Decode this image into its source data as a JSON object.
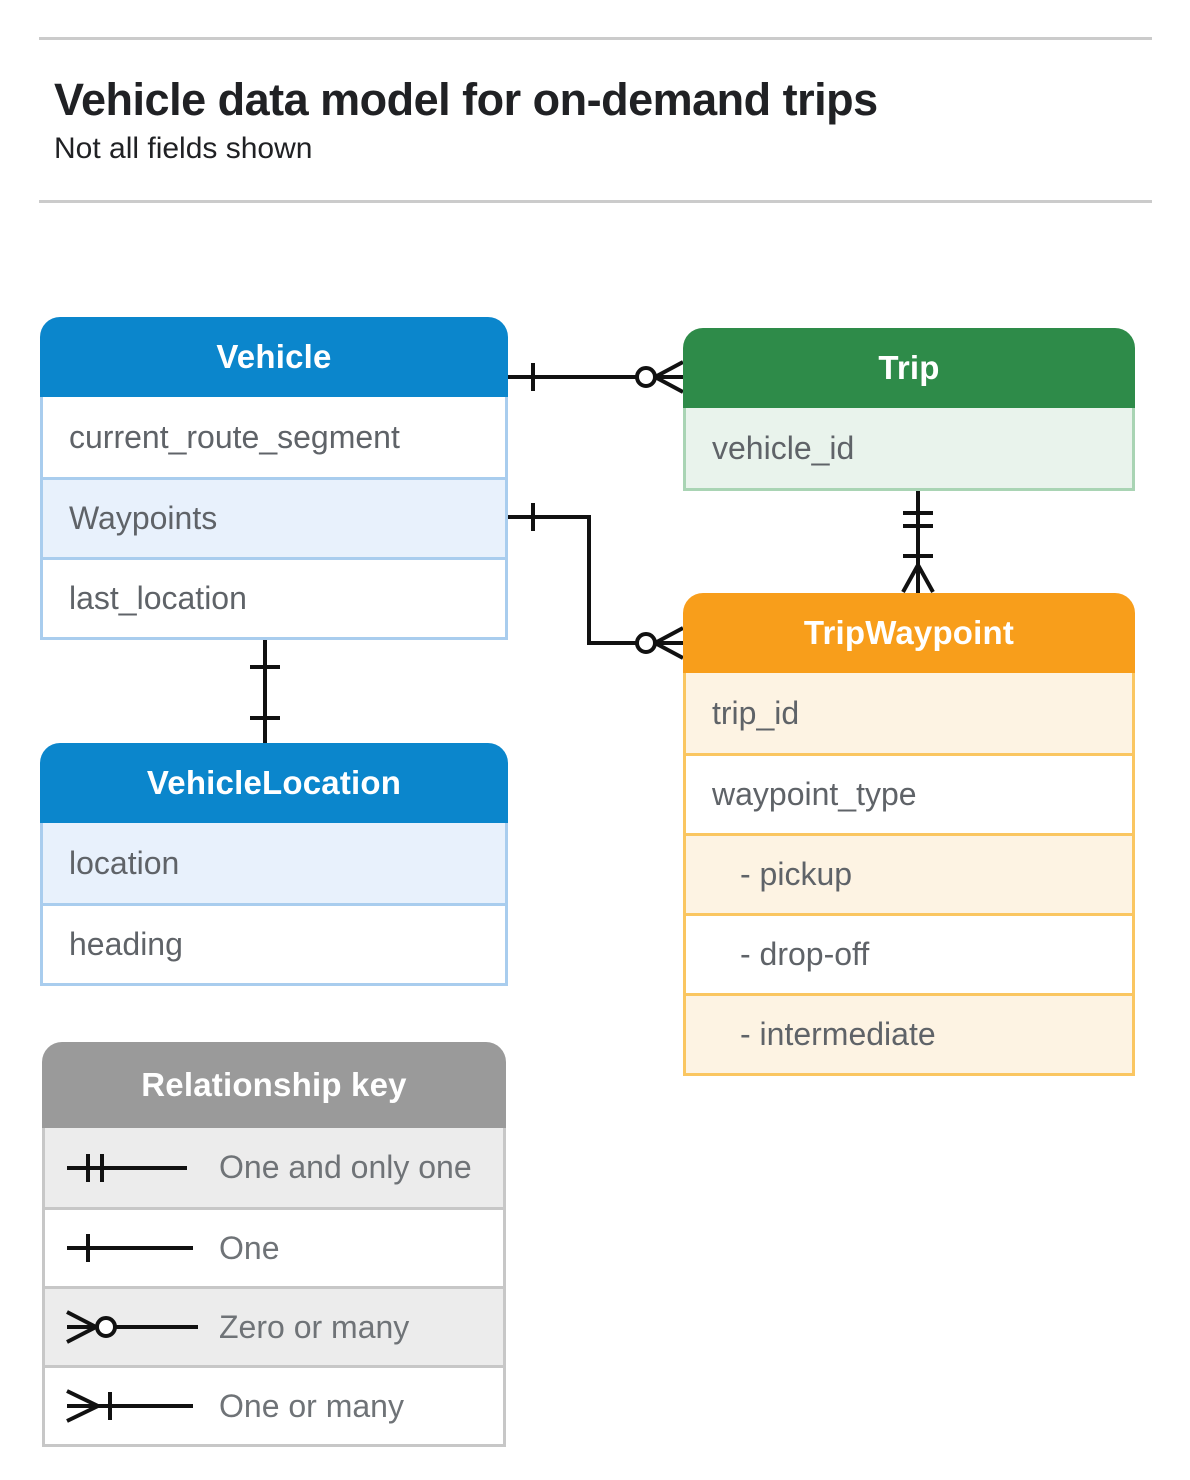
{
  "page": {
    "title": "Vehicle data model for on-demand trips",
    "subtitle": "Not all fields shown"
  },
  "entities": {
    "vehicle": {
      "title": "Vehicle",
      "fields": [
        "current_route_segment",
        "Waypoints",
        "last_location"
      ]
    },
    "trip": {
      "title": "Trip",
      "fields": [
        "vehicle_id"
      ]
    },
    "tripWaypoint": {
      "title": "TripWaypoint",
      "fields": [
        "trip_id",
        "waypoint_type",
        "- pickup",
        "- drop-off",
        "- intermediate"
      ]
    },
    "vehicleLocation": {
      "title": "VehicleLocation",
      "fields": [
        "location",
        "heading"
      ]
    }
  },
  "legend": {
    "title": "Relationship key",
    "items": [
      "One and only one",
      "One",
      "Zero or many",
      "One or many"
    ]
  },
  "relationships": [
    {
      "from": "Vehicle",
      "to": "Trip",
      "from_marker": "one",
      "to_marker": "zero or many"
    },
    {
      "from": "Vehicle.Waypoints",
      "to": "TripWaypoint",
      "from_marker": "one",
      "to_marker": "zero or many"
    },
    {
      "from": "Vehicle",
      "to": "VehicleLocation",
      "from_marker": "one",
      "to_marker": "one"
    },
    {
      "from": "Trip",
      "to": "TripWaypoint",
      "from_marker": "one and only one",
      "to_marker": "one or many"
    }
  ],
  "colors": {
    "blue_header": "#0b86cc",
    "blue_tint": "#e8f1fc",
    "green_header": "#2e8b49",
    "green_tint": "#e9f3ec",
    "orange_header": "#f89e1b",
    "orange_tint": "#fdf3e3",
    "legend_header": "#9a9a9a",
    "legend_tint": "#ececec",
    "line": "#111111"
  }
}
